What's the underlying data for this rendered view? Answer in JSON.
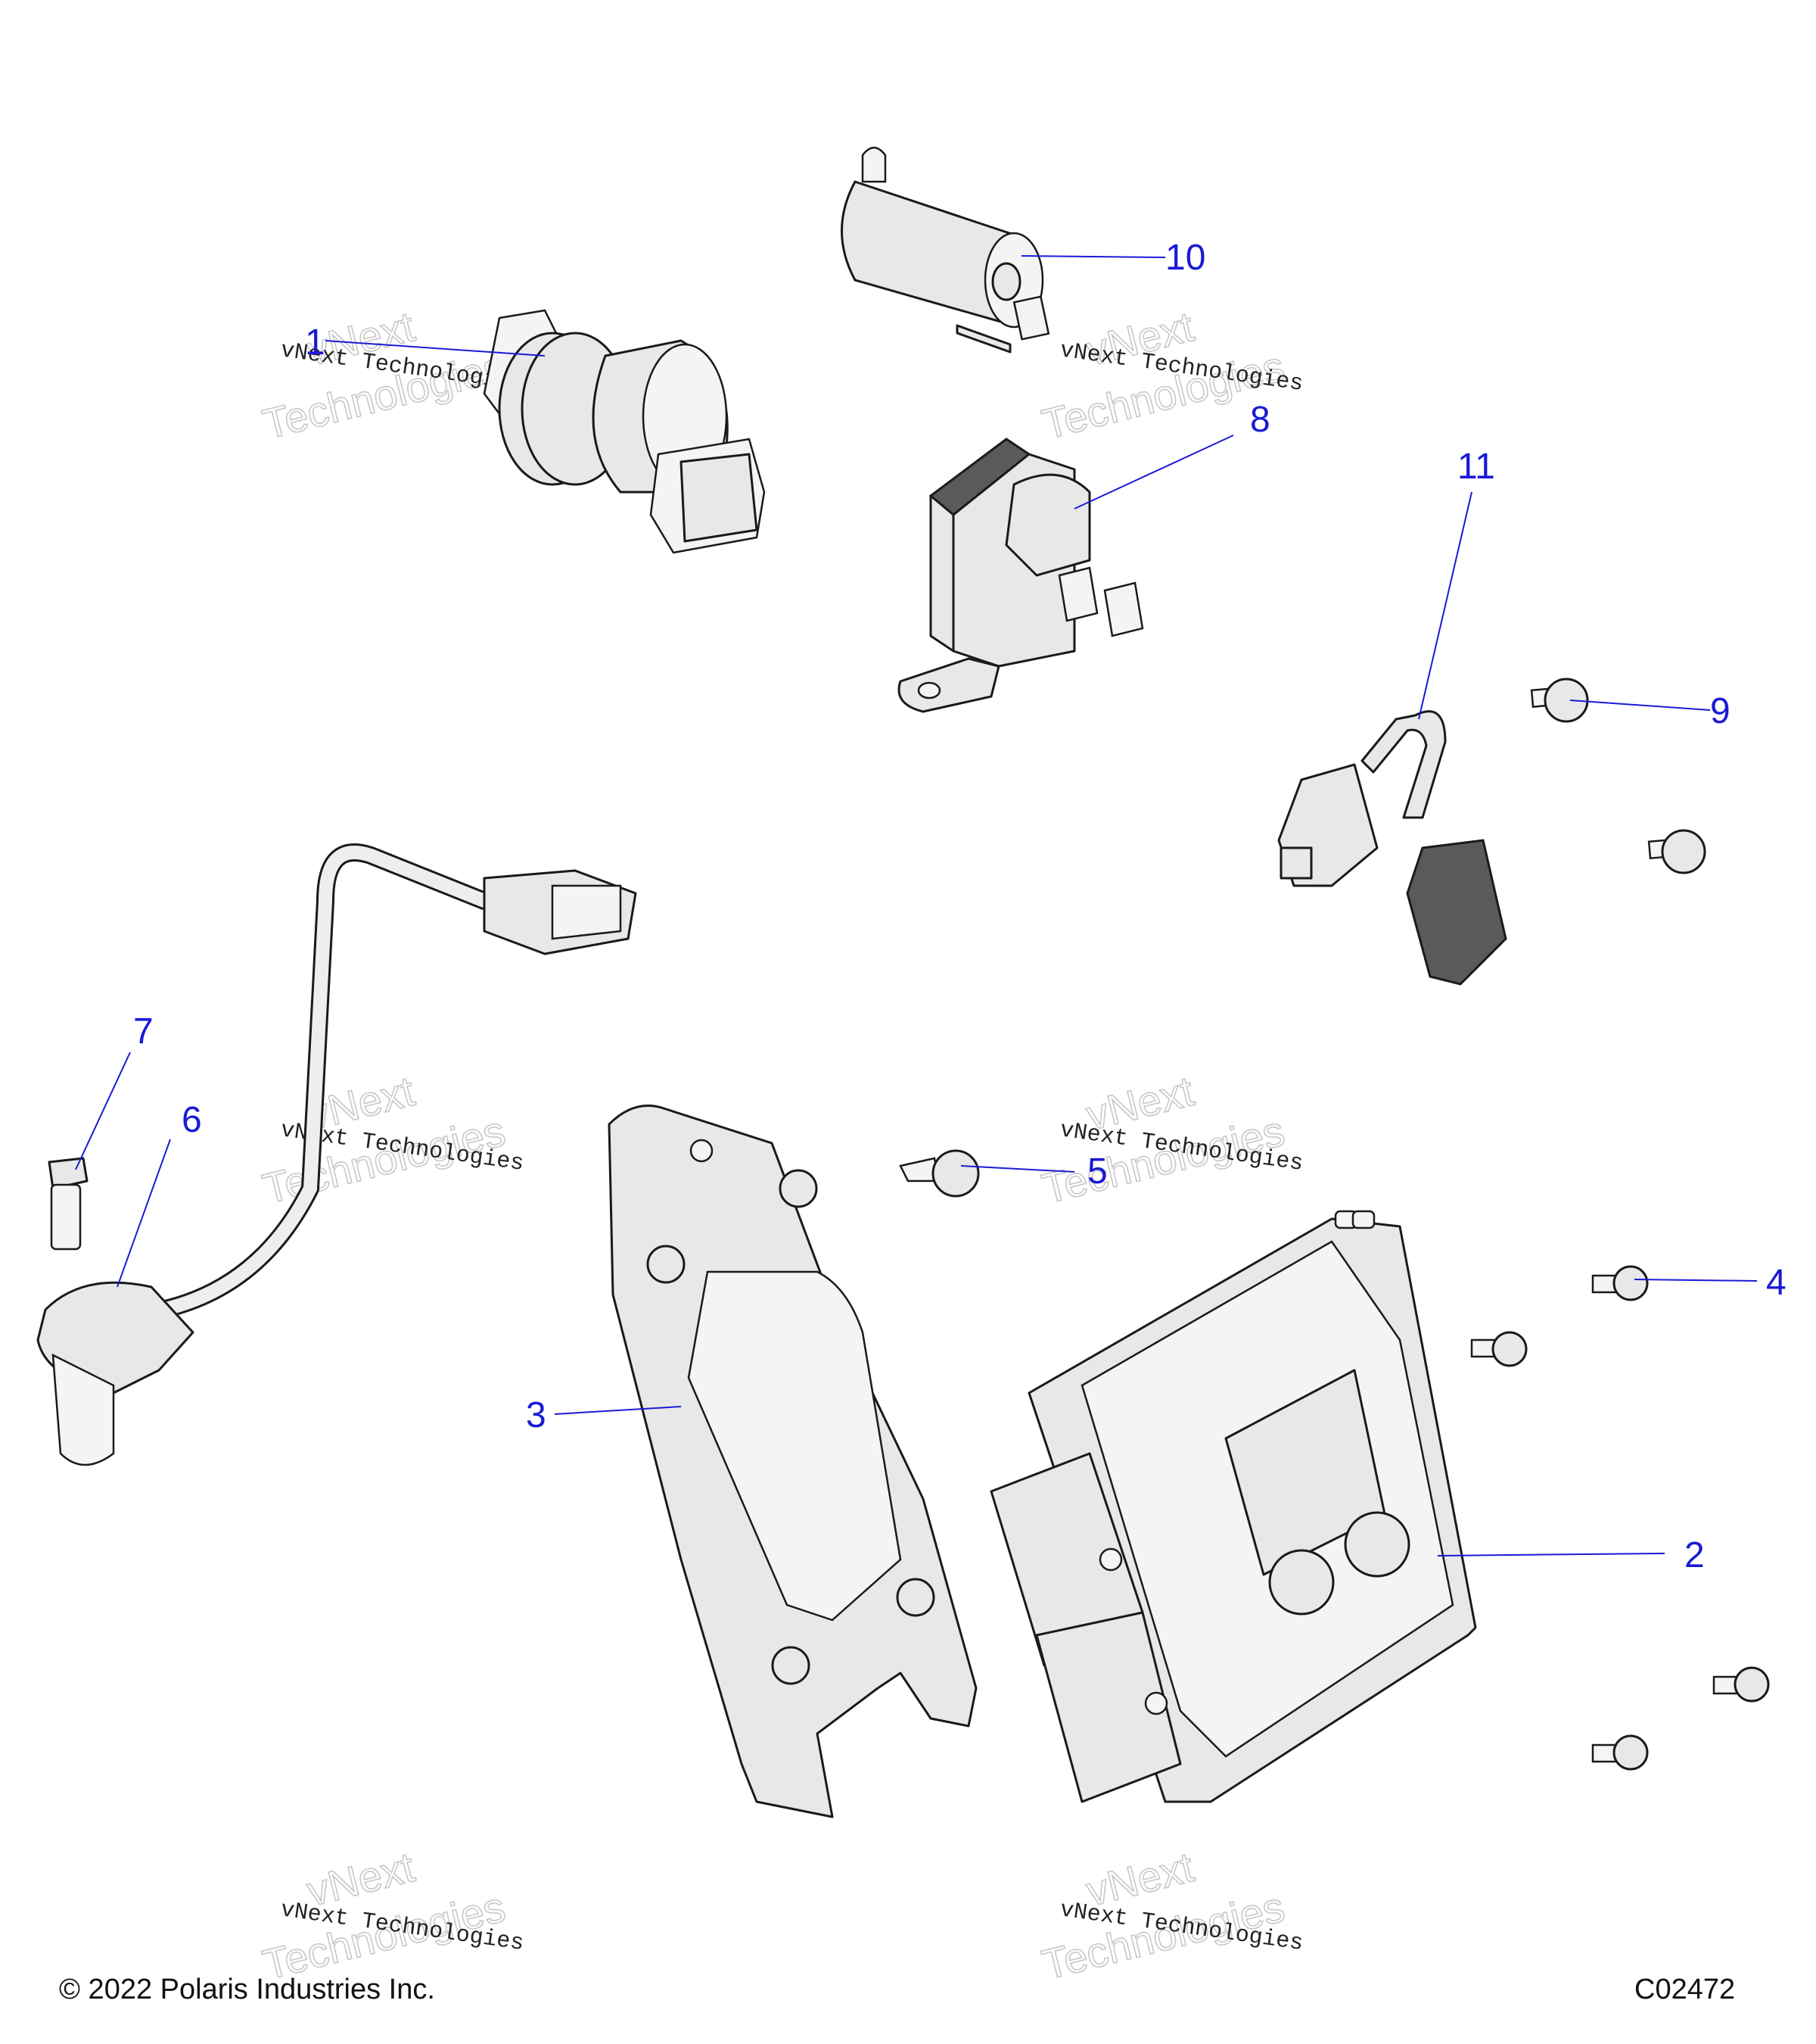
{
  "callouts": [
    "1",
    "2",
    "3",
    "4",
    "5",
    "6",
    "7",
    "8",
    "9",
    "10",
    "11"
  ],
  "watermark": {
    "line1": "vNext",
    "line2": "Technologies",
    "small": "vNext Technologies"
  },
  "footer": {
    "copyright": "© 2022 Polaris Industries Inc.",
    "code": "C02472"
  }
}
